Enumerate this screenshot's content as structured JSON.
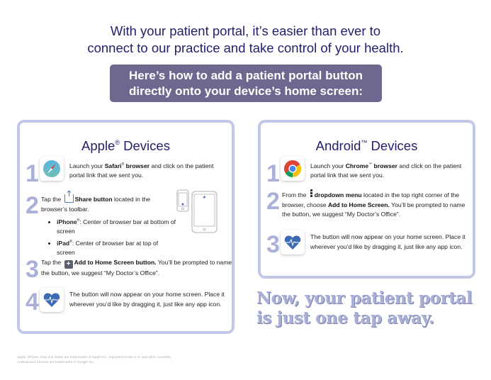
{
  "intro": {
    "line1": "With your patient portal, it’s easier than ever to",
    "line2": "connect to our practice and take control of your health."
  },
  "banner": {
    "line1": "Here’s how to add a patient portal button",
    "line2": "directly onto your device’s home screen:"
  },
  "apple": {
    "title": "Apple",
    "title_mark": "®",
    "title_suffix": " Devices",
    "steps": [
      {
        "num": "1",
        "icon": "safari-icon",
        "pre": "Launch your ",
        "bold": "Safari",
        "mark": "®",
        "bold2": " browser",
        "post": " and click on the patient portal link that we sent you."
      },
      {
        "num": "2",
        "icon": "share-icon",
        "pre": "Tap the ",
        "bold": "Share button",
        "post": " located in the browser’s toolbar.",
        "bullets": [
          {
            "bold": "iPhone",
            "mark": "®",
            "text": ": Center of browser bar at bottom of screen"
          },
          {
            "bold": "iPad",
            "mark": "®",
            "text": ": Center of browser bar at top of screen"
          }
        ]
      },
      {
        "num": "3",
        "icon": "add-to-home-icon",
        "pre": "Tap the ",
        "bold": "Add to Home Screen button.",
        "post": " You’ll be prompted to name the button, we suggest “My Doctor’s Office”."
      },
      {
        "num": "4",
        "icon": "heart-pulse-icon",
        "text": "The button will now appear on your home screen. Place it wherever you’d like by dragging it, just like any app icon."
      }
    ]
  },
  "android": {
    "title": "Android",
    "title_mark": "™",
    "title_suffix": " Devices",
    "steps": [
      {
        "num": "1",
        "icon": "chrome-icon",
        "pre": "Launch your ",
        "bold": "Chrome",
        "mark": "™",
        "bold2": " browser",
        "post": " and click on the patient portal link that we sent you."
      },
      {
        "num": "2",
        "icon": "dropdown-menu-icon",
        "pre": "From the ",
        "bold": "dropdown menu",
        "mid": " located in the top right corner of the browser, choose ",
        "bold2": "Add to Home Screen.",
        "post": " You’ll be prompted to name the button, we suggest “My Doctor’s Office”."
      },
      {
        "num": "3",
        "icon": "heart-pulse-icon",
        "text": "The button will now appear on your home screen. Place it wherever you’d like by dragging it, just like any app icon."
      }
    ]
  },
  "tagline": {
    "line1": "Now, your patient portal",
    "line2": "is just one tap away."
  },
  "footnote": {
    "line1": "Apple, iPhone, iPad and Safari are trademarks of Apple Inc., registered in the U.S. and other countries.",
    "line2": "Android and Chrome are trademarks of Google Inc."
  },
  "colors": {
    "navy": "#25206b",
    "banner": "#6f6790",
    "card_border": "#c3c8e6",
    "step_number": "#aab0d8",
    "icon_blue": "#3d6bb3"
  }
}
